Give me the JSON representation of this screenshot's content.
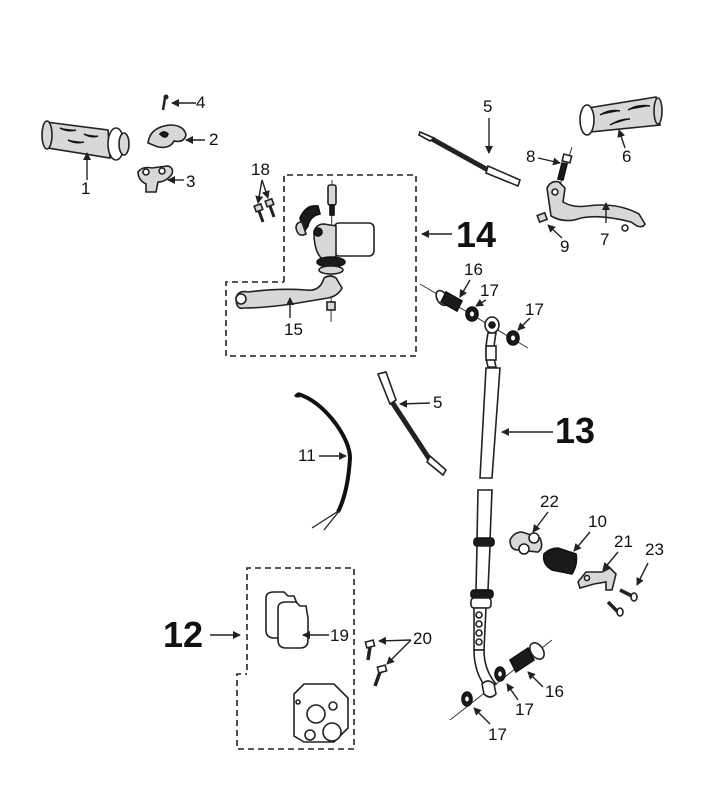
{
  "diagram": {
    "title": "Handlebar controls and front brake exploded view",
    "background": "#ffffff",
    "ink": "#111111",
    "callouts": [
      {
        "id": "1",
        "part": "left-grip"
      },
      {
        "id": "2",
        "part": "throttle-cable-housing-cover"
      },
      {
        "id": "3",
        "part": "throttle-housing"
      },
      {
        "id": "4",
        "part": "housing-screw"
      },
      {
        "id": "5",
        "part": "cable"
      },
      {
        "id": "5",
        "part": "cable-lower"
      },
      {
        "id": "6",
        "part": "right-grip"
      },
      {
        "id": "7",
        "part": "rear-brake-lever"
      },
      {
        "id": "8",
        "part": "lever-pivot-bolt"
      },
      {
        "id": "9",
        "part": "lever-nut"
      },
      {
        "id": "10",
        "part": "rubber-damper"
      },
      {
        "id": "11",
        "part": "brake-light-switch-wire"
      },
      {
        "id": "12",
        "part": "front-brake-caliper-assembly"
      },
      {
        "id": "13",
        "part": "front-brake-hose"
      },
      {
        "id": "14",
        "part": "front-brake-master-cylinder-assembly"
      },
      {
        "id": "15",
        "part": "front-brake-lever"
      },
      {
        "id": "16",
        "part": "banjo-bolt"
      },
      {
        "id": "17",
        "part": "copper-washer"
      },
      {
        "id": "18",
        "part": "master-cylinder-clamp-bolts"
      },
      {
        "id": "19",
        "part": "brake-pads"
      },
      {
        "id": "20",
        "part": "caliper-mounting-bolts"
      },
      {
        "id": "21",
        "part": "hose-bracket"
      },
      {
        "id": "22",
        "part": "hose-clamp"
      },
      {
        "id": "23",
        "part": "bracket-screws"
      }
    ],
    "labels": {
      "l1": "1",
      "l2": "2",
      "l3": "3",
      "l4": "4",
      "l5a": "5",
      "l5b": "5",
      "l6": "6",
      "l7": "7",
      "l8": "8",
      "l9": "9",
      "l10": "10",
      "l11": "11",
      "l12": "12",
      "l13": "13",
      "l14": "14",
      "l15": "15",
      "l16a": "16",
      "l16b": "16",
      "l17a": "17",
      "l17b": "17",
      "l17c": "17",
      "l17d": "17",
      "l18": "18",
      "l19": "19",
      "l20": "20",
      "l21": "21",
      "l22": "22",
      "l23": "23"
    }
  }
}
